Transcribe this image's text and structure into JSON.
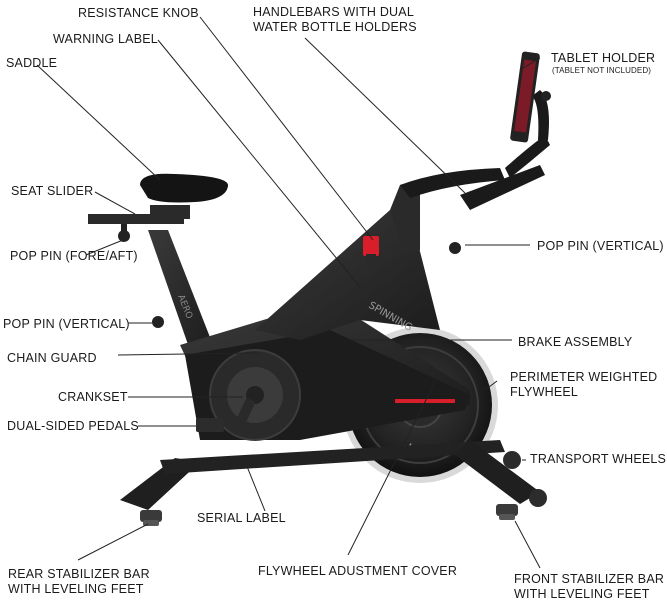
{
  "diagram": {
    "labels": {
      "resistance_knob": "RESISTANCE KNOB",
      "warning_label": "WARNING LABEL",
      "handlebars_1": "HANDLEBARS WITH DUAL",
      "handlebars_2": "WATER BOTTLE HOLDERS",
      "saddle": "SADDLE",
      "tablet_holder": "TABLET HOLDER",
      "tablet_note": "(TABLET NOT INCLUDED)",
      "seat_slider": "SEAT SLIDER",
      "pop_pin_fore_aft": "POP PIN (FORE/AFT)",
      "pop_pin_vertical_right": "POP PIN (VERTICAL)",
      "pop_pin_vertical_left": "POP PIN (VERTICAL)",
      "brake_assembly": "BRAKE ASSEMBLY",
      "chain_guard": "CHAIN GUARD",
      "perimeter_1": "PERIMETER WEIGHTED",
      "perimeter_2": "FLYWHEEL",
      "crankset": "CRANKSET",
      "dual_pedals": "DUAL-SIDED PEDALS",
      "transport_wheels": "TRANSPORT WHEELS",
      "serial_label": "SERIAL LABEL",
      "rear_bar_1": "REAR STABILIZER BAR",
      "rear_bar_2": "WITH LEVELING FEET",
      "flywheel_cover": "FLYWHEEL ADUSTMENT COVER",
      "front_bar_1": "FRONT STABILIZER BAR",
      "front_bar_2": "WITH LEVELING FEET"
    },
    "bike_markings": {
      "brand": "SPINNING",
      "model": "AERO"
    },
    "colors": {
      "frame": "#2b2b2b",
      "frame_dark": "#1a1a1a",
      "accent": "#d81e2a",
      "leader": "#222222"
    }
  }
}
